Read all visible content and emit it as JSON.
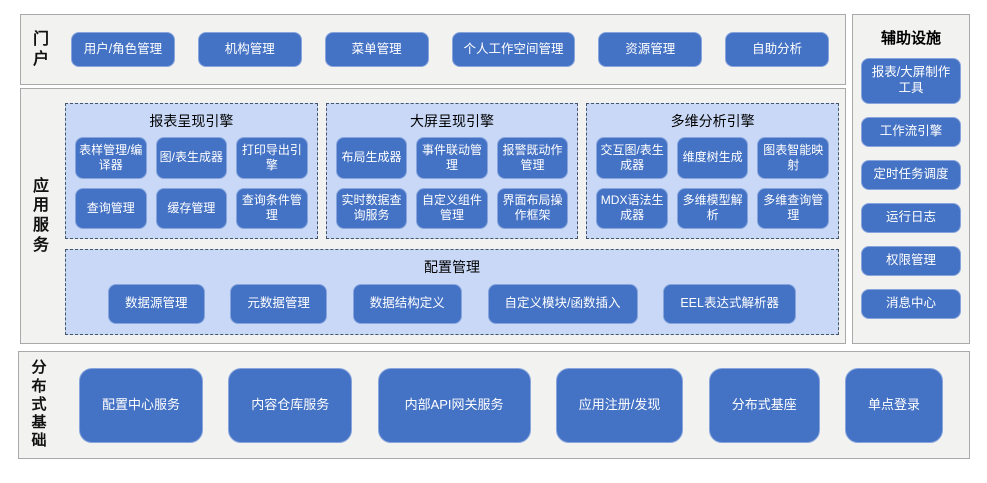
{
  "colors": {
    "button_blue": "#4472c4",
    "panel_light_blue": "#c8d8f6",
    "panel_dash_border": "#44546a",
    "section_bg": "#f2f2f1",
    "section_border": "#a9a9a9",
    "button_text": "#ffffff"
  },
  "portal": {
    "label": "门户",
    "items": [
      "用户/角色管理",
      "机构管理",
      "菜单管理",
      "个人工作空间管理",
      "资源管理",
      "自助分析"
    ]
  },
  "app_services": {
    "label": "应用服务",
    "engines": [
      {
        "title": "报表呈现引擎",
        "items": [
          "表样管理/编译器",
          "图/表生成器",
          "打印导出引擎",
          "查询管理",
          "缓存管理",
          "查询条件管理"
        ]
      },
      {
        "title": "大屏呈现引擎",
        "items": [
          "布局生成器",
          "事件联动管理",
          "报警既动作管理",
          "实时数据查询服务",
          "自定义组件管理",
          "界面布局操作框架"
        ]
      },
      {
        "title": "多维分析引擎",
        "items": [
          "交互图/表生成器",
          "维度树生成",
          "图表智能映射",
          "MDX语法生成器",
          "多维模型解析",
          "多维查询管理"
        ]
      }
    ],
    "config": {
      "title": "配置管理",
      "items": [
        "数据源管理",
        "元数据管理",
        "数据结构定义",
        "自定义模块/函数插入",
        "EEL表达式解析器"
      ]
    }
  },
  "aux": {
    "title": "辅助设施",
    "items": [
      "报表/大屏制作工具",
      "工作流引擎",
      "定时任务调度",
      "运行日志",
      "权限管理",
      "消息中心"
    ]
  },
  "base": {
    "label": "分布式基础",
    "items": [
      "配置中心服务",
      "内容仓库服务",
      "内部API网关服务",
      "应用注册/发现",
      "分布式基座",
      "单点登录"
    ]
  }
}
